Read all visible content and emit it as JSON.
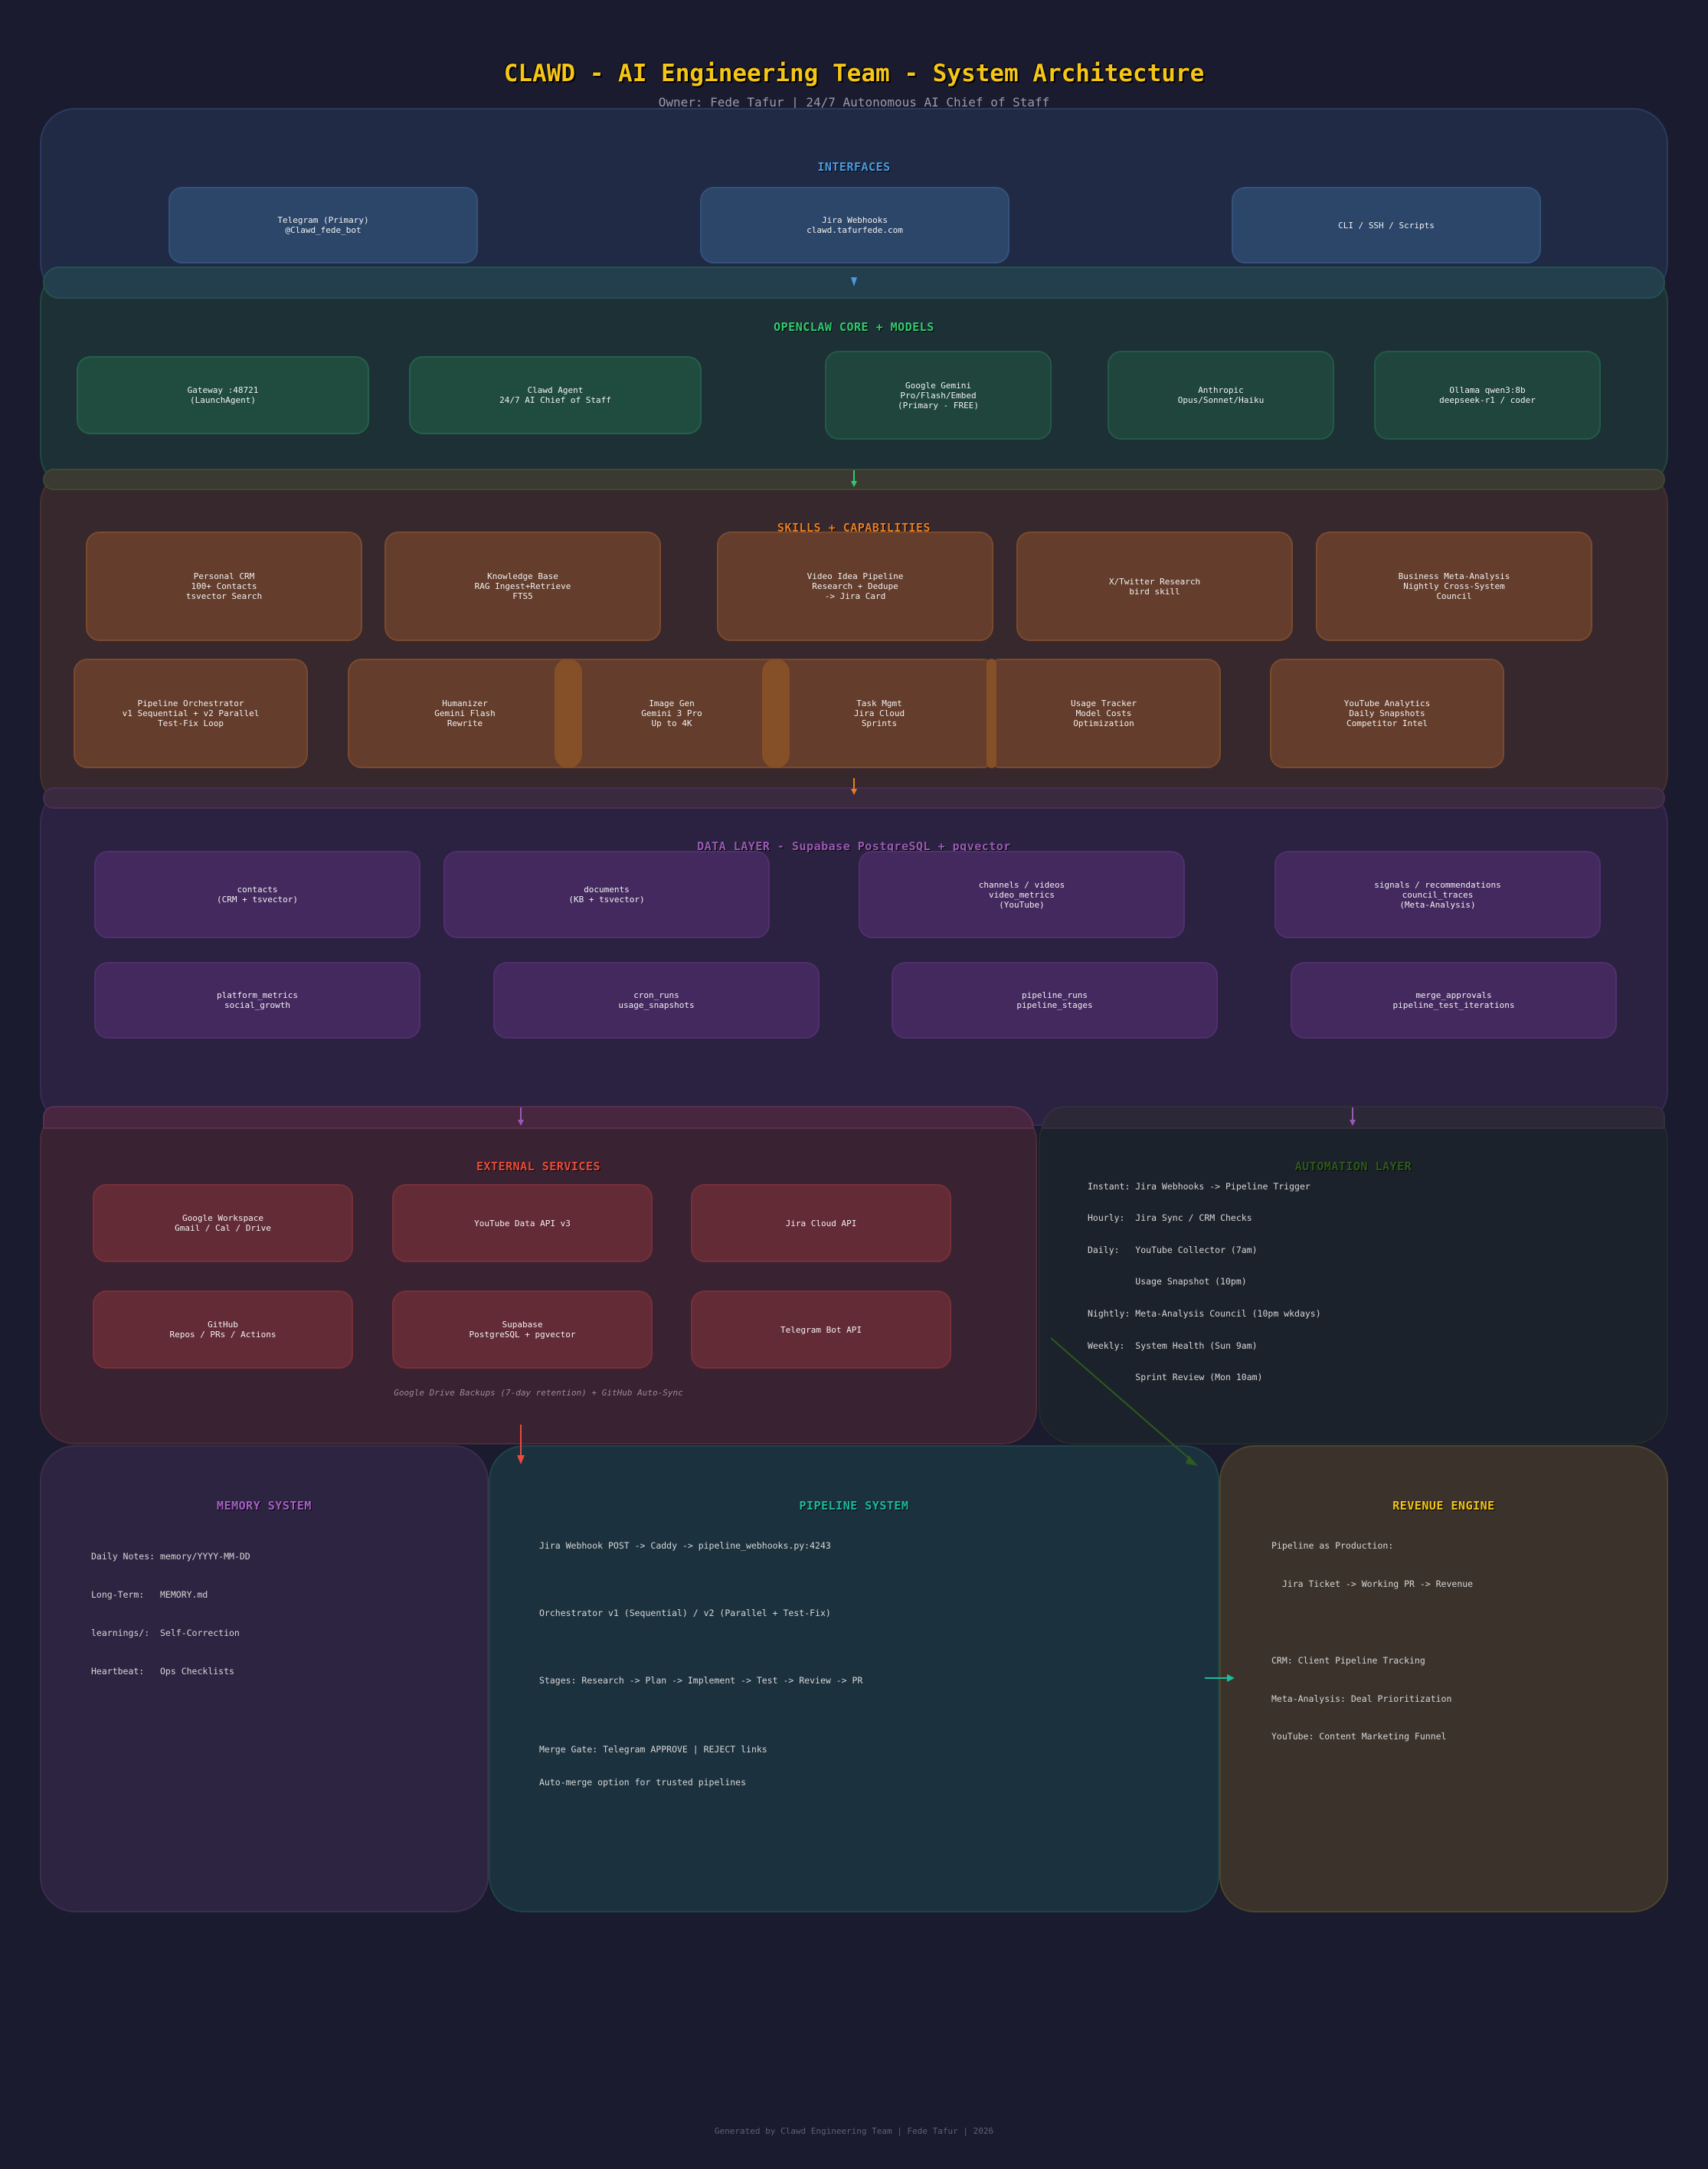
{
  "header": {
    "title": "CLAWD  -  AI Engineering Team  -  System Architecture",
    "subtitle": "Owner: Fede Tafur  |  24/7 Autonomous AI Chief of Staff"
  },
  "colors": {
    "background": "#1a1b2e",
    "title": "#f5c518",
    "interfaces": "#4a9be0",
    "core": "#2ecc71",
    "skills": "#e67e22",
    "data": "#9b59b6",
    "external": "#e74c3c",
    "automation": "#2d5a1e",
    "memory": "#a65fc6",
    "pipeline": "#1abc9c",
    "revenue": "#f5c518"
  },
  "interfaces": {
    "title": "INTERFACES",
    "cards": [
      {
        "text": "Telegram (Primary)\n@Clawd_fede_bot"
      },
      {
        "text": "Jira Webhooks\nclawd.tafurfede.com"
      },
      {
        "text": "CLI / SSH / Scripts"
      }
    ]
  },
  "core": {
    "title": "OPENCLAW CORE + MODELS",
    "cards": [
      {
        "text": "Gateway :48721\n(LaunchAgent)"
      },
      {
        "text": "Clawd Agent\n24/7 AI Chief of Staff"
      },
      {
        "text": "Google Gemini\nPro/Flash/Embed\n(Primary - FREE)"
      },
      {
        "text": "Anthropic\nOpus/Sonnet/Haiku"
      },
      {
        "text": "Ollama qwen3:8b\ndeepseek-r1 / coder"
      }
    ]
  },
  "skills": {
    "title": "SKILLS + CAPABILITIES",
    "row1": [
      {
        "text": "Personal CRM\n100+ Contacts\ntsvector Search"
      },
      {
        "text": "Knowledge Base\nRAG Ingest+Retrieve\nFTS5"
      },
      {
        "text": "Video Idea Pipeline\nResearch + Dedupe\n-> Jira Card"
      },
      {
        "text": "X/Twitter Research\nbird skill"
      },
      {
        "text": "Business Meta-Analysis\nNightly Cross-System\nCouncil"
      }
    ],
    "row2": [
      {
        "text": "Pipeline Orchestrator\nv1 Sequential + v2 Parallel\nTest-Fix Loop"
      },
      {
        "text": "Humanizer\nGemini Flash\nRewrite"
      },
      {
        "text": "Image Gen\nGemini 3 Pro\nUp to 4K"
      },
      {
        "text": "Task Mgmt\nJira Cloud\nSprints"
      },
      {
        "text": "Usage Tracker\nModel Costs\nOptimization"
      },
      {
        "text": "YouTube Analytics\nDaily Snapshots\nCompetitor Intel"
      }
    ]
  },
  "data_layer": {
    "title": "DATA LAYER  -  Supabase PostgreSQL + pgvector",
    "row1": [
      {
        "text": "contacts\n(CRM + tsvector)"
      },
      {
        "text": "documents\n(KB + tsvector)"
      },
      {
        "text": "channels / videos\nvideo_metrics\n(YouTube)"
      },
      {
        "text": "signals / recommendations\ncouncil_traces\n(Meta-Analysis)"
      }
    ],
    "row2": [
      {
        "text": "platform_metrics\nsocial_growth"
      },
      {
        "text": "cron_runs\nusage_snapshots"
      },
      {
        "text": "pipeline_runs\npipeline_stages"
      },
      {
        "text": "merge_approvals\npipeline_test_iterations"
      }
    ]
  },
  "external": {
    "title": "EXTERNAL SERVICES",
    "cards": [
      {
        "text": "Google Workspace\nGmail / Cal / Drive"
      },
      {
        "text": "YouTube Data API v3"
      },
      {
        "text": "Jira Cloud API"
      },
      {
        "text": "GitHub\nRepos / PRs / Actions"
      },
      {
        "text": "Supabase\nPostgreSQL + pgvector"
      },
      {
        "text": "Telegram Bot API"
      }
    ],
    "note": "Google Drive Backups (7-day retention) + GitHub Auto-Sync"
  },
  "automation": {
    "title": "AUTOMATION LAYER",
    "lines": [
      "Instant: Jira Webhooks -> Pipeline Trigger",
      "Hourly:  Jira Sync / CRM Checks",
      "Daily:   YouTube Collector (7am)",
      "         Usage Snapshot (10pm)",
      "Nightly: Meta-Analysis Council (10pm wkdays)",
      "Weekly:  System Health (Sun 9am)",
      "         Sprint Review (Mon 10am)"
    ]
  },
  "memory": {
    "title": "MEMORY SYSTEM",
    "lines": [
      "Daily Notes: memory/YYYY-MM-DD",
      "Long-Term:   MEMORY.md",
      "learnings/:  Self-Correction",
      "Heartbeat:   Ops Checklists"
    ]
  },
  "pipeline": {
    "title": "PIPELINE SYSTEM",
    "lines": [
      "Jira Webhook POST -> Caddy -> pipeline_webhooks.py:4243",
      "Orchestrator v1 (Sequential) / v2 (Parallel + Test-Fix)",
      "Stages: Research -> Plan -> Implement -> Test -> Review -> PR",
      "Merge Gate: Telegram APPROVE | REJECT links",
      "Auto-merge option for trusted pipelines"
    ]
  },
  "revenue": {
    "title": "REVENUE ENGINE",
    "lines": [
      "Pipeline as Production:",
      "  Jira Ticket -> Working PR -> Revenue",
      "CRM: Client Pipeline Tracking",
      "Meta-Analysis: Deal Prioritization",
      "YouTube: Content Marketing Funnel"
    ]
  },
  "footer": "Generated by Clawd Engineering Team | Fede Tafur | 2026"
}
